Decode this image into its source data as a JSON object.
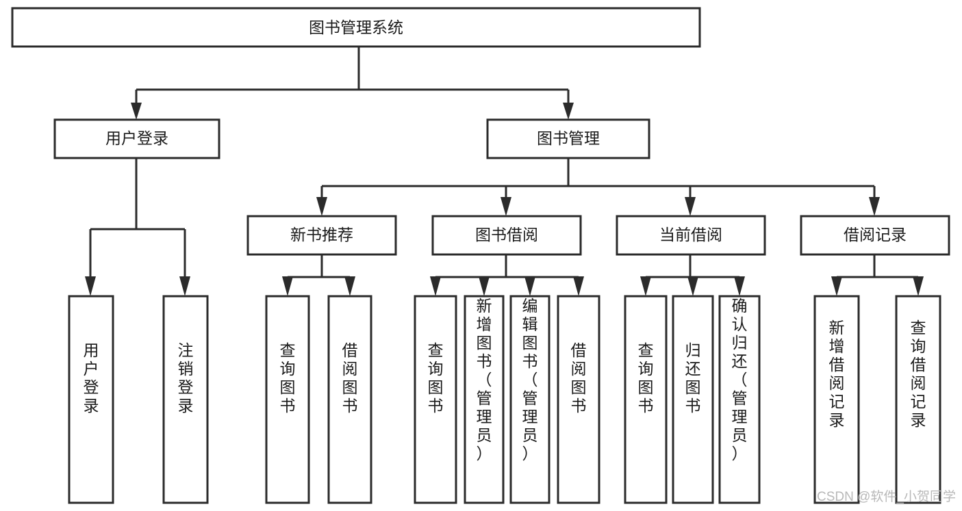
{
  "diagram": {
    "title": "图书管理系统",
    "watermark": "CSDN @软件_小贺同学",
    "accent_color": "#2b2b2b",
    "box_fill": "#ffffff",
    "text_color": "#1a1a1a",
    "watermark_color": "#b8b8b8",
    "root": {
      "label": "图书管理系统",
      "orientation": "horizontal"
    },
    "level2": [
      {
        "label": "用户登录",
        "orientation": "horizontal"
      },
      {
        "label": "图书管理",
        "orientation": "horizontal"
      }
    ],
    "level3": [
      {
        "label": "新书推荐",
        "orientation": "horizontal"
      },
      {
        "label": "图书借阅",
        "orientation": "horizontal"
      },
      {
        "label": "当前借阅",
        "orientation": "horizontal"
      },
      {
        "label": "借阅记录",
        "orientation": "horizontal"
      }
    ],
    "leaves": {
      "user_login": [
        {
          "label": "用户登录",
          "orientation": "vertical"
        },
        {
          "label": "注销登录",
          "orientation": "vertical"
        }
      ],
      "new_book_recommend": [
        {
          "label": "查询图书",
          "orientation": "vertical"
        },
        {
          "label": "借阅图书",
          "orientation": "vertical"
        }
      ],
      "book_borrow": [
        {
          "label": "查询图书",
          "orientation": "vertical"
        },
        {
          "label": "新增图书（管理员）",
          "orientation": "vertical"
        },
        {
          "label": "编辑图书（管理员）",
          "orientation": "vertical"
        },
        {
          "label": "借阅图书",
          "orientation": "vertical"
        }
      ],
      "current_borrow": [
        {
          "label": "查询图书",
          "orientation": "vertical"
        },
        {
          "label": "归还图书",
          "orientation": "vertical"
        },
        {
          "label": "确认归还（管理员）",
          "orientation": "vertical"
        }
      ],
      "borrow_records": [
        {
          "label": "新增借阅记录",
          "orientation": "vertical"
        },
        {
          "label": "查询借阅记录",
          "orientation": "vertical"
        }
      ]
    }
  }
}
